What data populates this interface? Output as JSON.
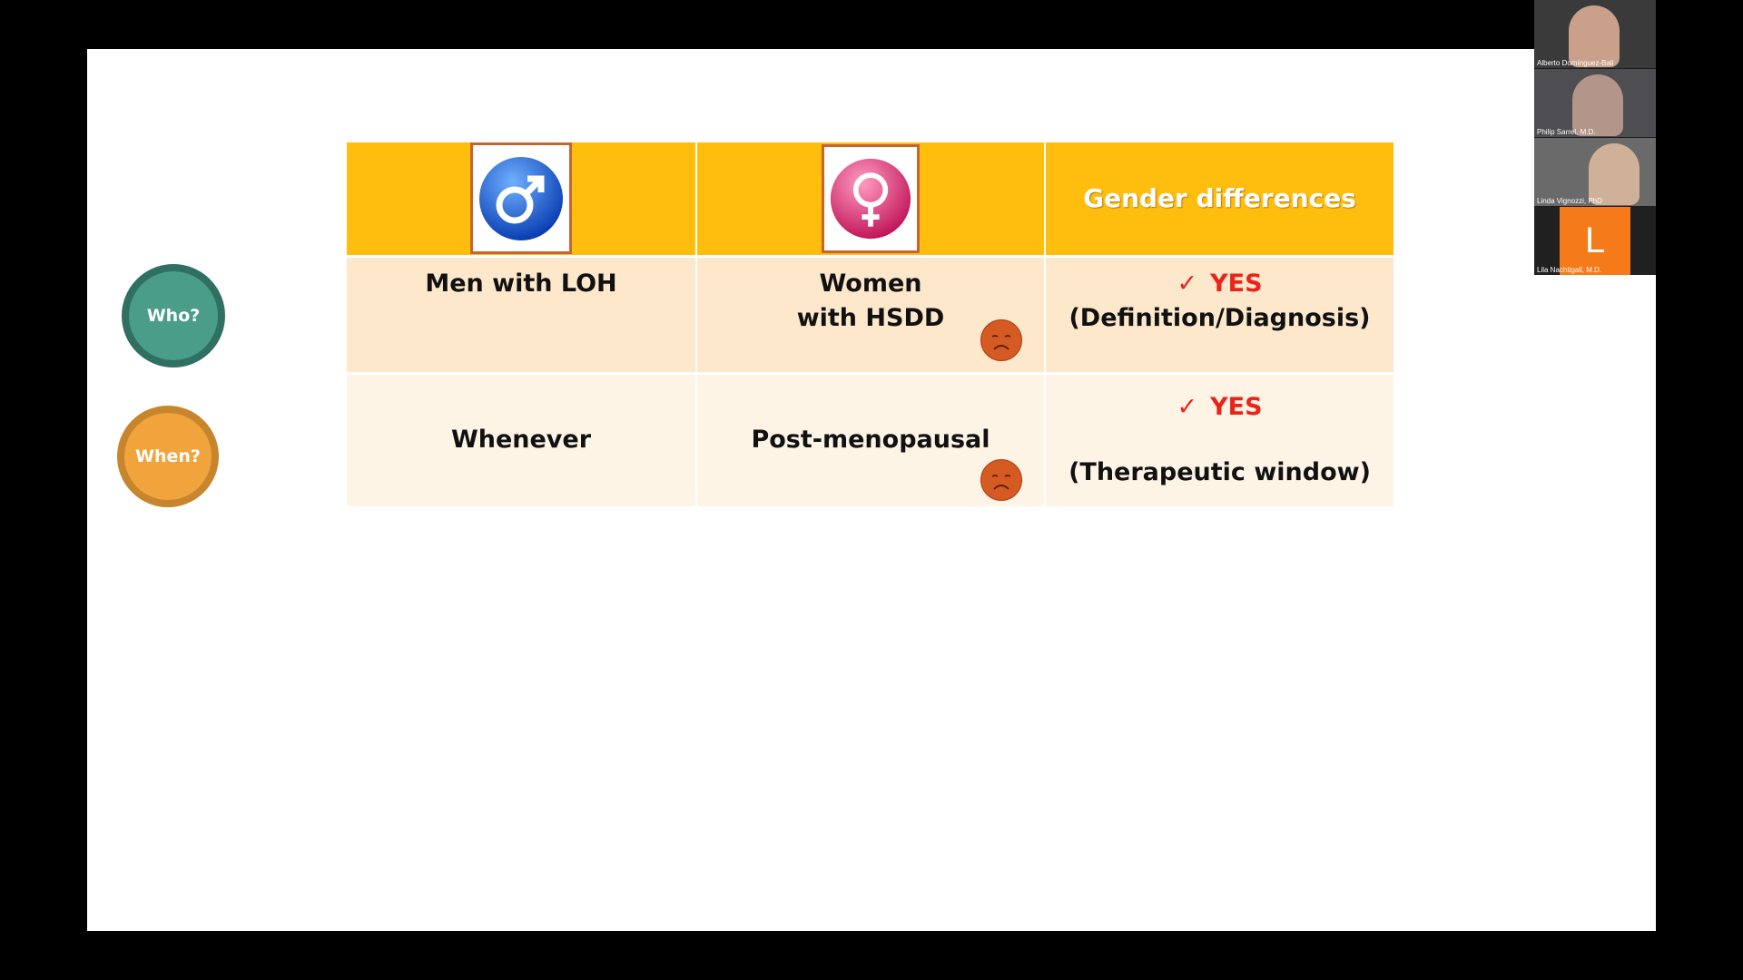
{
  "slide": {
    "row_labels": {
      "who": "Who?",
      "when": "When?"
    },
    "header": {
      "men_icon": "male-symbol-icon",
      "women_icon": "female-symbol-icon",
      "gender_differences": "Gender differences"
    },
    "row1": {
      "men": "Men with LOH",
      "women_line1": "Women",
      "women_line2": "with HSDD",
      "yes": "YES",
      "detail": "(Definition/Diagnosis)"
    },
    "row2": {
      "men": "Whenever",
      "women": "Post-menopausal",
      "yes": "YES",
      "detail": "(Therapeutic window)"
    }
  },
  "participants": [
    {
      "name": "Alberto Domínguez-Bali"
    },
    {
      "name": "Philip Sarrel, M.D."
    },
    {
      "name": "Linda Vignozzi, PhD"
    },
    {
      "name": "Lila Nachtigall, M.D.",
      "initial": "L"
    }
  ],
  "colors": {
    "header_bg": "#ffbe0d",
    "row1_bg": "#fde8cc",
    "row2_bg": "#fef4e6",
    "yes_red": "#e8241b",
    "who_circle": "#4a9d88",
    "when_circle": "#f2a43c",
    "male_blue": "#1a5fd6",
    "female_pink": "#e2558a"
  }
}
